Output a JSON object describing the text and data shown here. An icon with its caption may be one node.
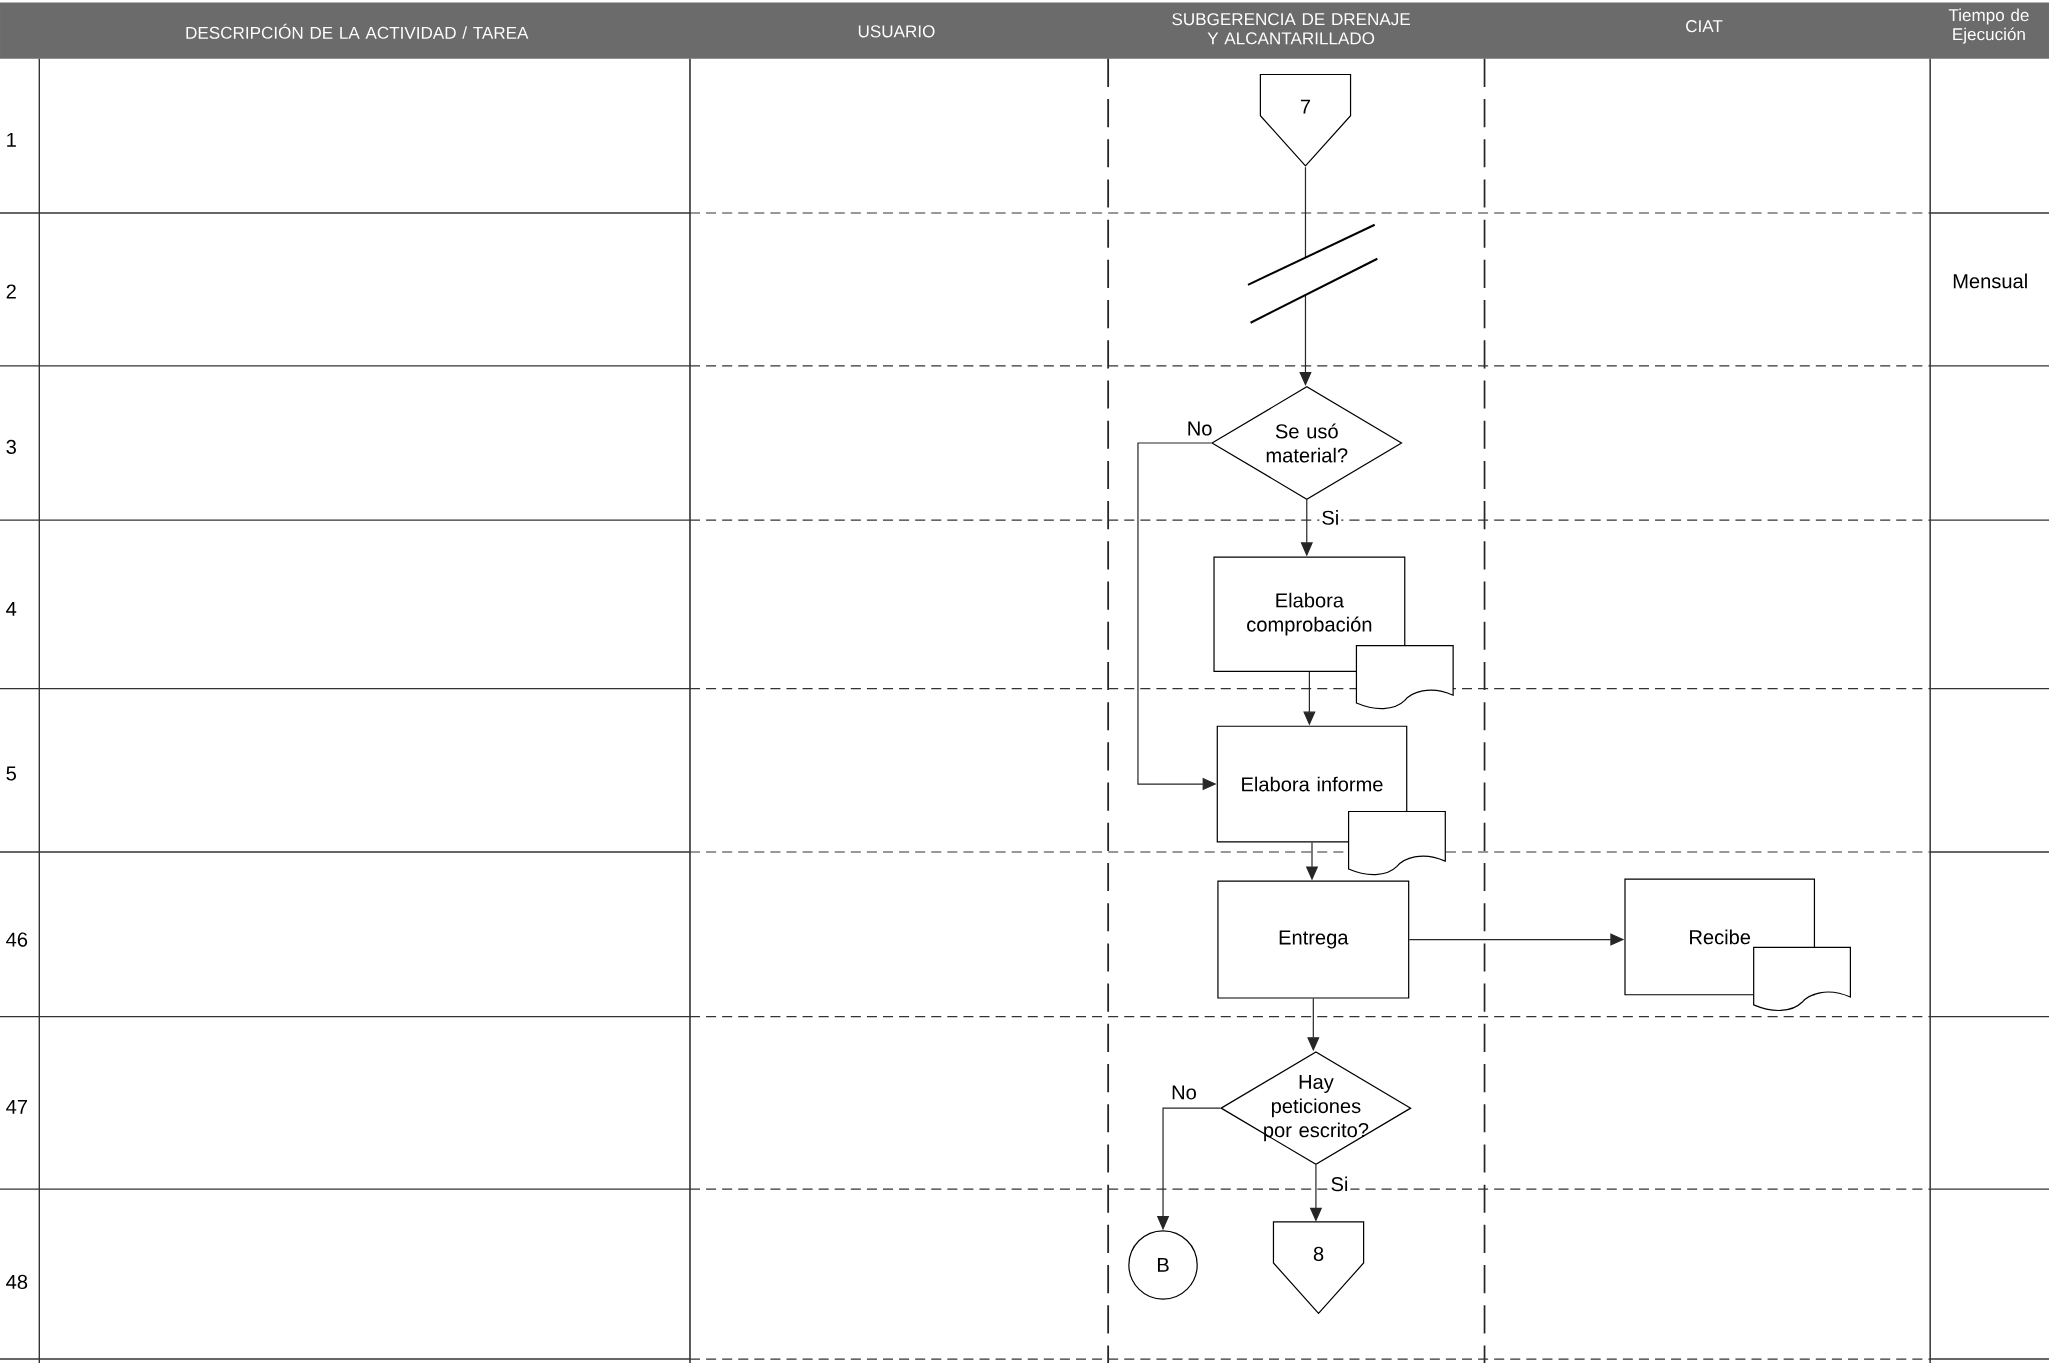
{
  "diagram": {
    "nodes": [
      {
        "text": [
          "7"
        ]
      },
      {
        "text": [
          "Se usó material?"
        ]
      },
      {
        "text": [
          "Elabora comprobación"
        ]
      },
      {
        "text": [],
        "shape": "document"
      },
      {
        "text": [
          "Elabora informe"
        ]
      },
      {
        "text": [],
        "shape": "document"
      },
      {
        "text": [
          "Entrega"
        ]
      },
      {
        "text": [
          "Recibe"
        ]
      },
      {
        "text": [],
        "shape": "document"
      },
      {
        "text": [
          "Hay peticiones por escrito?"
        ]
      },
      {
        "text": [
          "B"
        ]
      },
      {
        "text": [
          "8"
        ]
      }
    ],
    "edges": [
      {
        "from": 0,
        "to": 1,
        "arrow": "to"
      },
      {
        "from": 1,
        "to": 2,
        "arrow": "to",
        "label": "Si"
      },
      {
        "from": 1,
        "to": 4,
        "arrow": "to",
        "label": "No"
      },
      {
        "from": 2,
        "to": 4,
        "arrow": "to"
      },
      {
        "from": 4,
        "to": 6,
        "arrow": "to"
      },
      {
        "from": 6,
        "to": 7,
        "arrow": "to"
      },
      {
        "from": 6,
        "to": 9,
        "arrow": "to"
      },
      {
        "from": 9,
        "to": 10,
        "arrow": "to",
        "label": "No"
      },
      {
        "from": 9,
        "to": 11,
        "arrow": "to",
        "label": "Si"
      }
    ],
    "labels": [
      "DESCRIPCIÓN DE LA ACTIVIDAD / TAREA",
      "USUARIO",
      "SUBGERENCIA DE DRENAJE Y ALCANTARILLADO",
      "CIAT",
      "Tiempo de Ejecución",
      "1",
      "2",
      "Mensual",
      "3",
      "4",
      "5",
      "46",
      "47",
      "48"
    ]
  }
}
